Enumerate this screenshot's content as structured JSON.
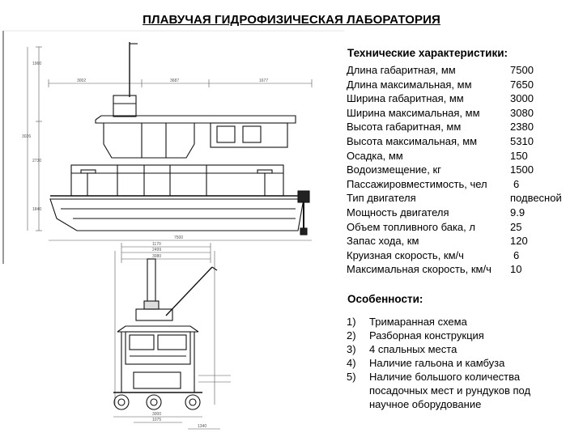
{
  "title": "ПЛАВУЧАЯ ГИДРОФИЗИЧЕСКАЯ ЛАБОРАТОРИЯ",
  "specs": {
    "heading": "Технические характеристики:",
    "rows": [
      {
        "label": "Длина габаритная, мм",
        "value": "7500"
      },
      {
        "label": "Длина максимальная, мм",
        "value": "7650"
      },
      {
        "label": "Ширина габаритная, мм",
        "value": "3000"
      },
      {
        "label": "Ширина максимальная, мм",
        "value": "3080"
      },
      {
        "label": "Высота габаритная, мм",
        "value": "2380"
      },
      {
        "label": "Высота максимальная, мм",
        "value": "5310"
      },
      {
        "label": "Осадка, мм",
        "value": "150"
      },
      {
        "label": "Водоизмещение, кг",
        "value": "1500"
      },
      {
        "label": "Пассажировместимость, чел",
        "value": "6"
      },
      {
        "label": "Тип двигателя",
        "value": "подвесной"
      },
      {
        "label": "Мощность двигателя",
        "value": "9.9"
      },
      {
        "label": "Объем топливного бака, л",
        "value": "25"
      },
      {
        "label": "Запас хода, км",
        "value": "120"
      },
      {
        "label": "Круизная скорость, км/ч",
        "value": "6"
      },
      {
        "label": "Максимальная скорость, км/ч",
        "value": "10"
      }
    ]
  },
  "features": {
    "heading": "Особенности:",
    "items": [
      {
        "num": "1)",
        "text": "Тримаранная схема"
      },
      {
        "num": "2)",
        "text": "Разборная конструкция"
      },
      {
        "num": "3)",
        "text": "4 спальных места"
      },
      {
        "num": "4)",
        "text": "Наличие гальона и камбуза"
      },
      {
        "num": "5)",
        "text": "Наличие большого количества посадочных мест и рундуков под научное оборудование"
      }
    ]
  },
  "drawings": {
    "side_view": {
      "dim_labels": [
        "3002",
        "3687",
        "1677",
        "1960",
        "3026",
        "2730",
        "1840",
        "7500"
      ]
    },
    "front_view": {
      "dim_labels": [
        "1170",
        "2499",
        "3080",
        "3000",
        "1075",
        "1340"
      ]
    }
  }
}
